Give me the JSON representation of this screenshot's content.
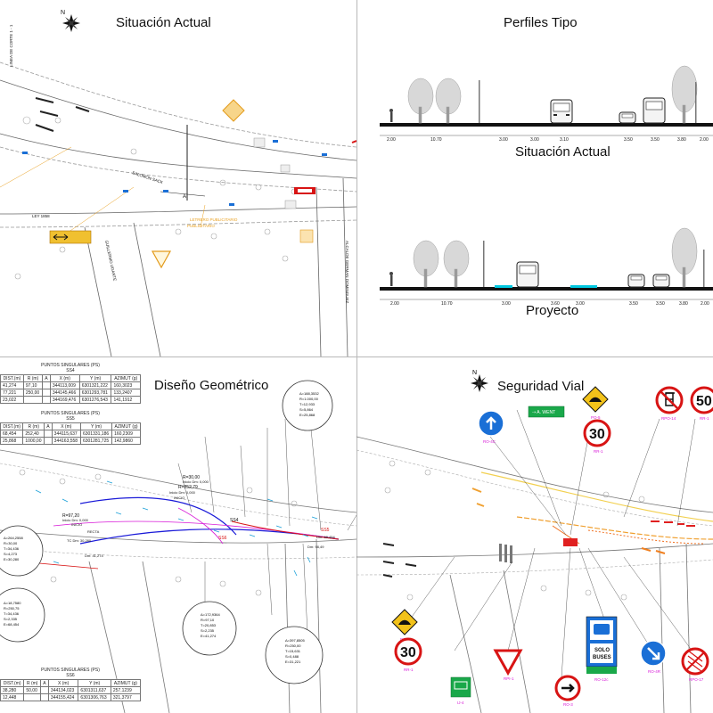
{
  "titles": {
    "situacion": "Situación Actual",
    "perfiles": "Perfiles Tipo",
    "perfil_actual": "Situación Actual",
    "perfil_proyecto": "Proyecto",
    "diseno": "Diseño Geométrico",
    "seguridad": "Seguridad Vial"
  },
  "map_labels": {
    "linea_corte": "LINEA DE CORTE 1 - 1",
    "salomon_sack": "SALOMON SACK",
    "ley_18": "LEY 1858",
    "guillermo_ugarte": "GUILLERMO UGARTE",
    "alcalde": "ALCALDE GERMAN DOMINGUEZ",
    "letrero": "LETRERO PUBLICITARIO",
    "letrero_2": "PUBLICITARIO",
    "section_a": "A"
  },
  "profile_actual_dims": [
    "2.00",
    "10.70",
    "3.00",
    "3.00",
    "3.10",
    "3.50",
    "3.50",
    "3.80",
    "2.00"
  ],
  "profile_proyecto_dims": [
    "2.00",
    "10.70",
    "3.00",
    "3.60",
    "3.00",
    "3.50",
    "3.50",
    "3.80",
    "2.00"
  ],
  "tables": [
    {
      "caption": "PUNTOS SINGULARES (PS)",
      "subcaption": "SS4",
      "headers": [
        "DIST.(m)",
        "R (m)",
        "A",
        "X (m)",
        "Y (m)",
        "AZIMUT (g)"
      ],
      "rows": [
        [
          "41,274",
          "97,10",
          "",
          "344113,009",
          "6301321,222",
          "160,3023"
        ],
        [
          "77,221",
          "250,00",
          "",
          "344145,466",
          "6301293,781",
          "133,2407"
        ],
        [
          "23,022",
          "",
          "",
          "344169,476",
          "6301276,543",
          "141,1912"
        ]
      ]
    },
    {
      "caption": "PUNTOS SINGULARES (PS)",
      "subcaption": "SS5",
      "headers": [
        "DIST.(m)",
        "R (m)",
        "A",
        "X (m)",
        "Y (m)",
        "AZIMUT (g)"
      ],
      "rows": [
        [
          "68,454",
          "252,40",
          "",
          "344115,637",
          "6301331,186",
          "160,2309"
        ],
        [
          "25,868",
          "1000,00",
          "",
          "344163,558",
          "6301281,725",
          "142,9860"
        ]
      ]
    },
    {
      "caption": "PUNTOS SINGULARES (PS)",
      "subcaption": "SS6",
      "headers": [
        "DIST.(m)",
        "R (m)",
        "A",
        "X (m)",
        "Y (m)",
        "AZIMUT (g)"
      ],
      "rows": [
        [
          "38,280",
          "50,00",
          "",
          "344134,023",
          "6301311,637",
          "257,1239"
        ],
        [
          "12,448",
          "",
          "",
          "344155,424",
          "6301306,763",
          "321,3797"
        ]
      ]
    }
  ],
  "curve_notes": [
    "R=252,79",
    "Inicio Dm: 0,000",
    "INICIO",
    "R=30,00",
    "Inicio Dm: 0,000",
    "R=97,20",
    "Inicio Dm: 0,000",
    "INICIO",
    "TC Dm: 30,280",
    "RECTA",
    "Dm: 41,274",
    "Dm: 68,454",
    "Dm: 98,49",
    "SS4",
    "SS5",
    "SS6"
  ],
  "circle_notes": {
    "c1": [
      "Δ=188,3532",
      "R=1.000,00",
      "T=12,933",
      "S=5,864",
      "E=25,868"
    ],
    "c2": [
      "Δ=264,2558",
      "R=30,00",
      "T=34,436",
      "S=4,273",
      "E=30,280"
    ],
    "c3": [
      "Δ=18,7580",
      "R=250,75",
      "T=34,436",
      "S=2,335",
      "E=68,454"
    ],
    "c4": [
      "Δ=172,9364",
      "R=97,10",
      "T=20,853",
      "S=2,235",
      "E=41,274"
    ],
    "c5": [
      "Δ=397,8505",
      "R=250,00",
      "T=15,631",
      "S=0,488",
      "E=31,221"
    ]
  },
  "signs": {
    "speed30": "30",
    "speed50": "50",
    "solo_buses_l1": "SOLO",
    "solo_buses_l2": "BUSES",
    "codes": [
      "RO-4C",
      "PO-5",
      "RR-1",
      "RPO-14",
      "RR-1",
      "PO-5",
      "RR-1",
      "RPI-1",
      "RO-3",
      "RO-12c",
      "RO-4R",
      "RPO-17",
      "IJ-4"
    ],
    "green_arrow": "⇢ A. WENT"
  },
  "colors": {
    "road": "#9a9a9a",
    "tree": "#cfcfcf",
    "blue_line": "#1a1ad8",
    "cyan": "#00c8e0",
    "sign_red": "#d81414",
    "sign_blue": "#1a6fd6",
    "sign_yellow": "#f2c21a",
    "sign_green": "#1aa84a"
  }
}
